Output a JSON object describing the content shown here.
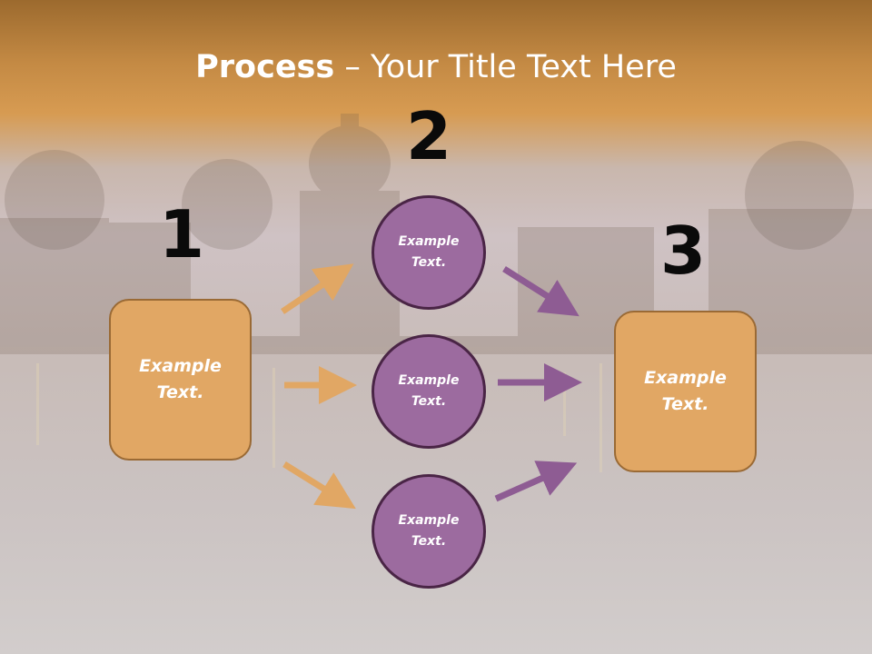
{
  "title": {
    "bold": "Process",
    "rest": " – Your Title Text Here"
  },
  "steps": [
    {
      "number": "1",
      "text": "Example Text."
    },
    {
      "number": "2",
      "circles": [
        "Example Text.",
        "Example Text.",
        "Example Text."
      ]
    },
    {
      "number": "3",
      "text": "Example Text."
    }
  ],
  "colors": {
    "box_fill": "#e1a764",
    "circle_fill": "#9c6b9f",
    "orange_arrow": "#e1a764",
    "purple_arrow": "#8e5c93"
  }
}
